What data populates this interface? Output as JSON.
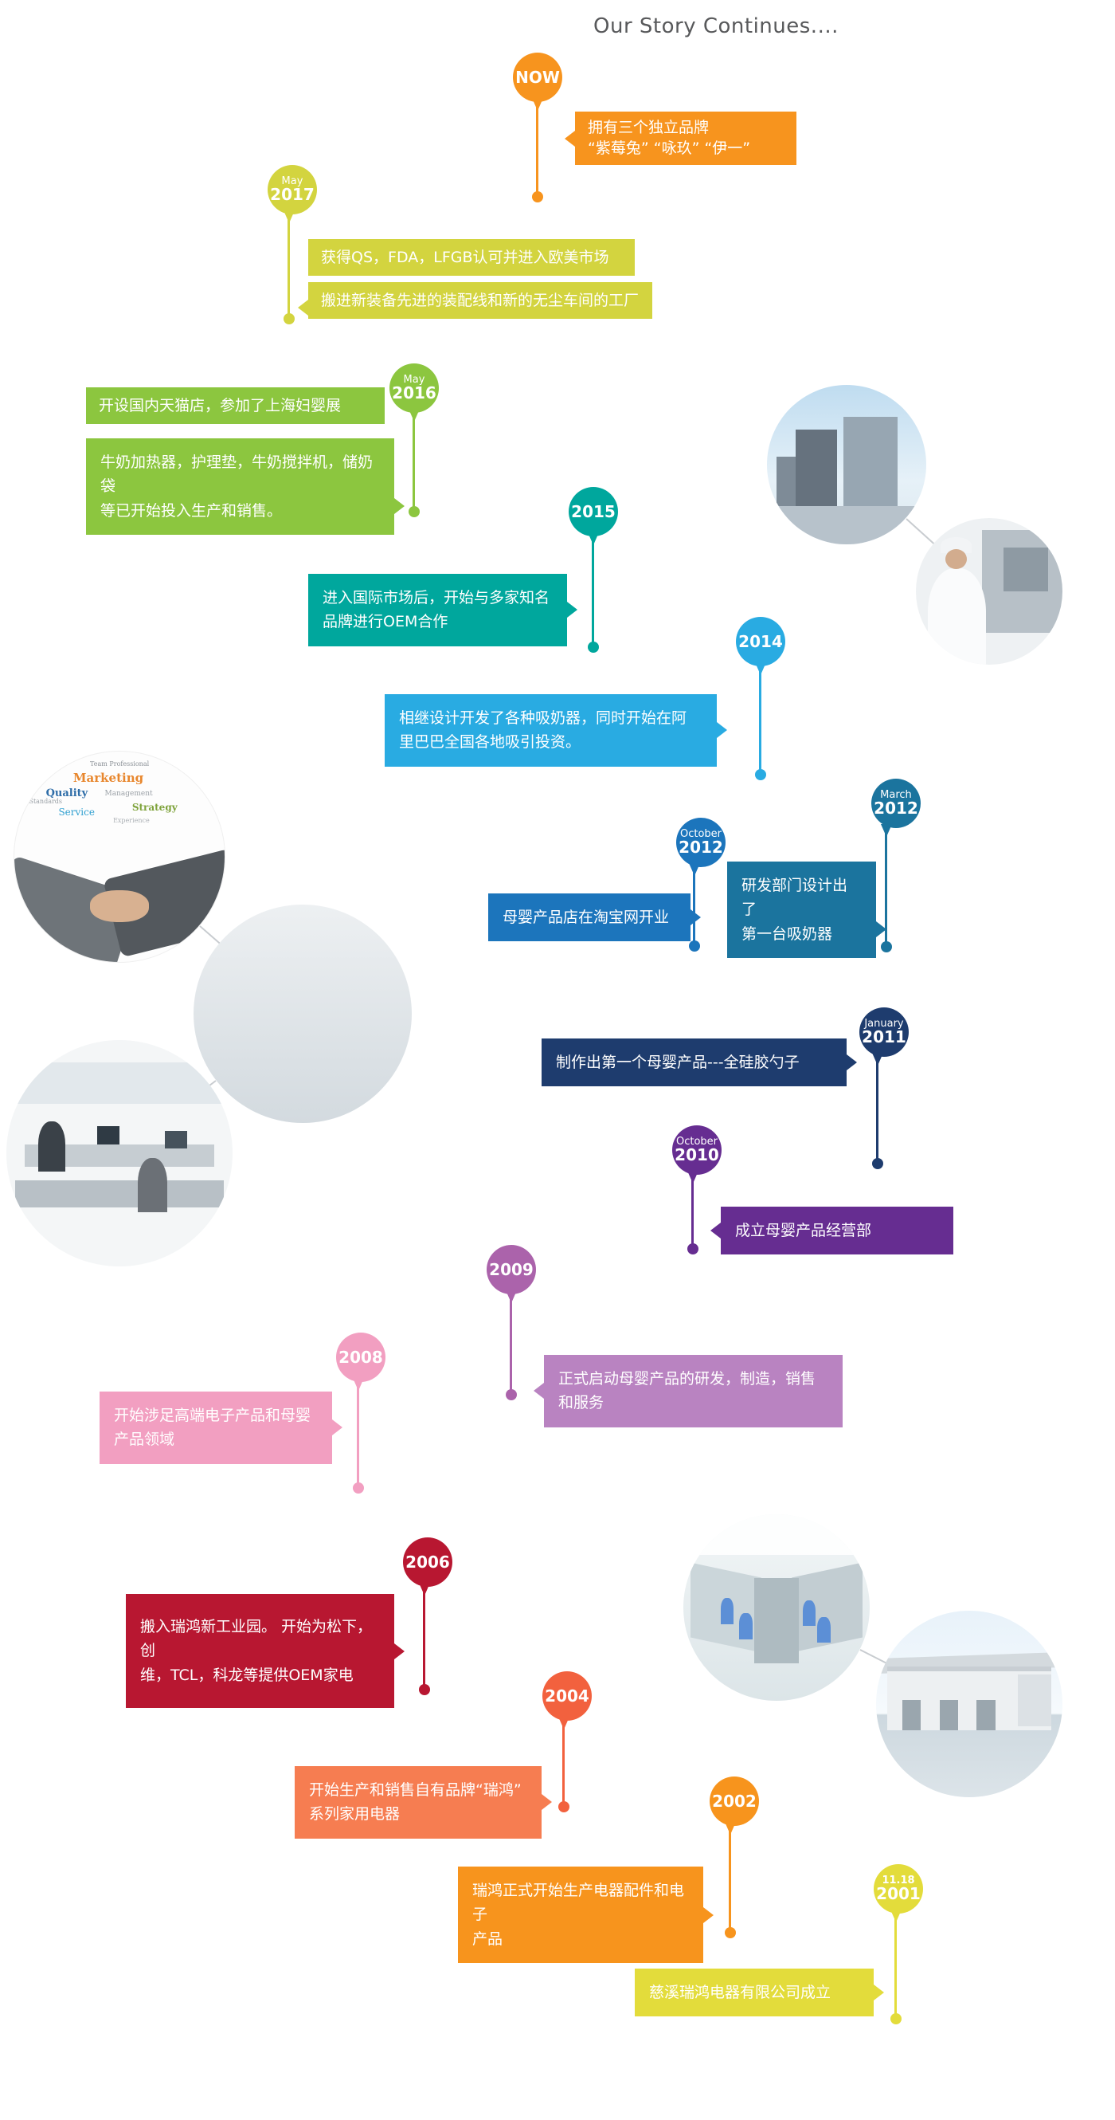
{
  "title": "Our Story Continues....",
  "milestones": [
    {
      "key": "now",
      "label": "NOW",
      "label_small": "",
      "color": "#F7941E",
      "boxes": [
        "拥有三个独立品牌\n“紫莓兔” “咏玖” “伊一”"
      ]
    },
    {
      "key": "2017",
      "label": "2017",
      "label_small": "May",
      "color": "#D3D43F",
      "boxes": [
        "获得QS，FDA，LFGB认可并进入欧美市场",
        "搬进新装备先进的装配线和新的无尘车间的工厂"
      ]
    },
    {
      "key": "2016",
      "label": "2016",
      "label_small": "May",
      "color": "#8CC63F",
      "boxes": [
        "开设国内天猫店，参加了上海妇婴展",
        "牛奶加热器，护理垫，牛奶搅拌机，储奶袋\n等已开始投入生产和销售。"
      ]
    },
    {
      "key": "2015",
      "label": "2015",
      "label_small": "",
      "color": "#00A79D",
      "boxes": [
        "进入国际市场后，开始与多家知名\n品牌进行OEM合作"
      ]
    },
    {
      "key": "2014",
      "label": "2014",
      "label_small": "",
      "color": "#29ABE2",
      "boxes": [
        "相继设计开发了各种吸奶器，同时开始在阿\n里巴巴全国各地吸引投资。"
      ]
    },
    {
      "key": "oct2012",
      "label": "2012",
      "label_small": "October",
      "color": "#1C75BC",
      "boxes": [
        "母婴产品店在淘宝网开业"
      ]
    },
    {
      "key": "mar2012",
      "label": "2012",
      "label_small": "March",
      "color": "#1B749E",
      "boxes": [
        "研发部门设计出了\n第一台吸奶器"
      ]
    },
    {
      "key": "jan2011",
      "label": "2011",
      "label_small": "January",
      "color": "#1E3C6E",
      "boxes": [
        "制作出第一个母婴产品---全硅胶勺子"
      ]
    },
    {
      "key": "oct2010",
      "label": "2010",
      "label_small": "October",
      "color": "#662D91",
      "boxes": [
        "成立母婴产品经营部"
      ]
    },
    {
      "key": "2009",
      "label": "2009",
      "label_small": "",
      "color": "#AB63AB",
      "box_color": "#B983C1",
      "boxes": [
        "正式启动母婴产品的研发，制造，销售\n和服务"
      ]
    },
    {
      "key": "2008",
      "label": "2008",
      "label_small": "",
      "color": "#F29FC1",
      "boxes": [
        "开始涉足高端电子产品和母婴\n产品领域"
      ]
    },
    {
      "key": "2006",
      "label": "2006",
      "label_small": "",
      "color": "#B81731",
      "boxes": [
        "搬入瑞鸿新工业园。 开始为松下，创\n维，TCL，科龙等提供OEM家电"
      ]
    },
    {
      "key": "2004",
      "label": "2004",
      "label_small": "",
      "color": "#F2613E",
      "box_color": "#F67D51",
      "boxes": [
        "开始生产和销售自有品牌“瑞鸿”\n系列家用电器"
      ]
    },
    {
      "key": "2002",
      "label": "2002",
      "label_small": "",
      "color": "#F7941D",
      "boxes": [
        "瑞鸿正式开始生产电器配件和电子\n产品"
      ]
    },
    {
      "key": "2001",
      "label": "2001",
      "label_small": "11.18",
      "color": "#E3DC3B",
      "boxes": [
        "慈溪瑞鸿电器有限公司成立"
      ]
    }
  ],
  "wordcloud": {
    "words": [
      "Marketing",
      "Quality",
      "Management",
      "Strategy",
      "Service",
      "Standards",
      "Team Professional",
      "Experience"
    ]
  }
}
